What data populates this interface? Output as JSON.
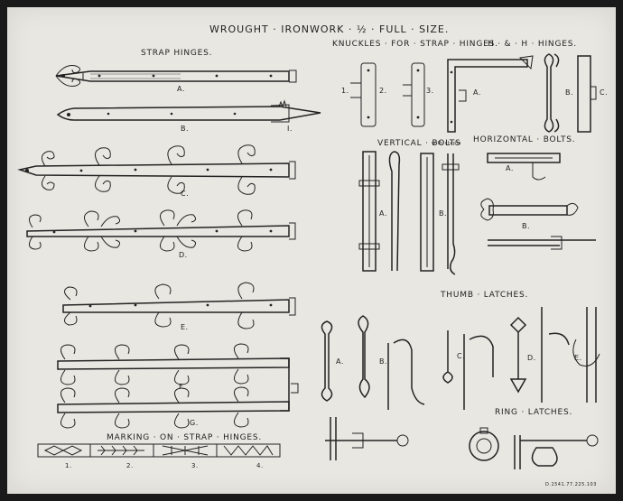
{
  "sheet": {
    "title": "WROUGHT · IRONWORK · ½ · FULL · SIZE.",
    "catalog_number": "D.1541.77.225.103"
  },
  "strap_hinges": {
    "heading": "STRAP HINGES.",
    "labels": [
      "A.",
      "B.",
      "I.",
      "C.",
      "D.",
      "E.",
      "F.",
      "G."
    ]
  },
  "knuckles": {
    "heading": "KNUCKLES · FOR · STRAP · HINGES.",
    "labels": [
      "1.",
      "2.",
      "3."
    ]
  },
  "h_hinges": {
    "heading": "H · & · H · HINGES.",
    "labels": [
      "A.",
      "B.",
      "C."
    ]
  },
  "vertical_bolts": {
    "heading": "VERTICAL · BOLTS",
    "note": "with staple",
    "labels": [
      "A.",
      "B."
    ]
  },
  "horizontal_bolts": {
    "heading": "HORIZONTAL · BOLTS.",
    "labels": [
      "A.",
      "B."
    ]
  },
  "thumb_latches": {
    "heading": "THUMB · LATCHES.",
    "labels": [
      "A.",
      "B.",
      "C.",
      "D.",
      "E."
    ]
  },
  "ring_latches": {
    "heading": "RING · LATCHES."
  },
  "marking": {
    "heading": "MARKING · ON · STRAP · HINGES.",
    "labels": [
      "1.",
      "2.",
      "3.",
      "4."
    ]
  }
}
